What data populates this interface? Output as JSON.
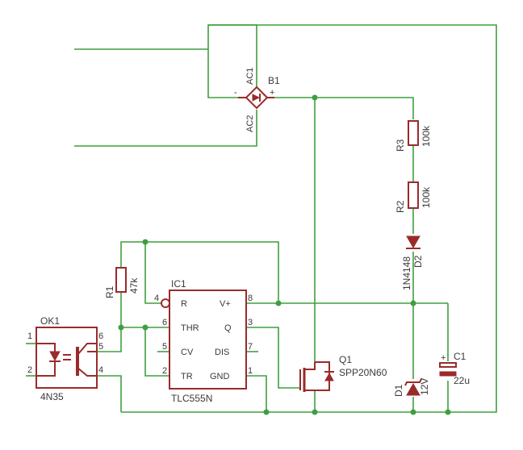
{
  "components": {
    "b1": {
      "ref": "B1",
      "pin_ac1": "AC1",
      "pin_ac2": "AC2",
      "pin_minus": "-",
      "pin_plus": "+"
    },
    "r3": {
      "ref": "R3",
      "value": "100k"
    },
    "r2": {
      "ref": "R2",
      "value": "100k"
    },
    "d2": {
      "ref": "D2",
      "value": "1N4148"
    },
    "r1": {
      "ref": "R1",
      "value": "47k"
    },
    "ic1": {
      "ref": "IC1",
      "value": "TLC555N",
      "pins": {
        "r": "R",
        "thr": "THR",
        "cv": "CV",
        "tr": "TR",
        "vplus": "V+",
        "q": "Q",
        "dis": "DIS",
        "gnd": "GND"
      },
      "pin_numbers": {
        "p4": "4",
        "p6": "6",
        "p5": "5",
        "p2": "2",
        "p8": "8",
        "p3": "3",
        "p7": "7",
        "p1": "1"
      }
    },
    "ok1": {
      "ref": "OK1",
      "value": "4N35",
      "pin_numbers": {
        "p1": "1",
        "p2": "2",
        "p4": "4",
        "p5": "5",
        "p6": "6"
      }
    },
    "q1": {
      "ref": "Q1",
      "value": "SPP20N60"
    },
    "c1": {
      "ref": "C1",
      "value": "22u"
    },
    "d1": {
      "ref": "D1",
      "value": "12V"
    }
  },
  "colors": {
    "wire": "#3f9f3f",
    "part": "#9a2b2b",
    "text": "#3a3a3a",
    "background": "#ffffff"
  }
}
